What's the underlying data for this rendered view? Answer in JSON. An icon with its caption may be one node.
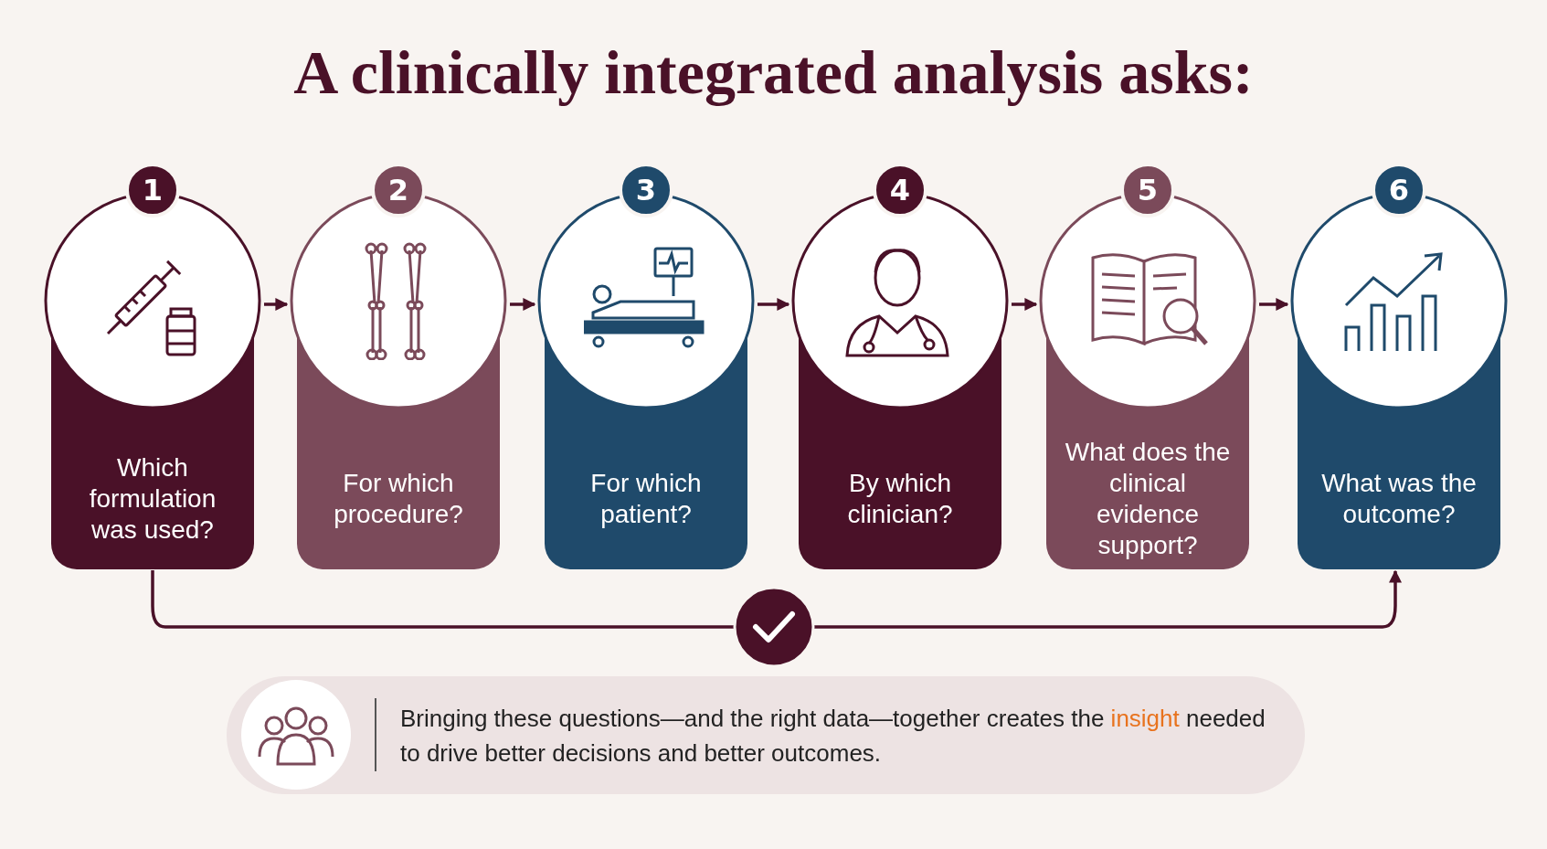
{
  "diagram": {
    "title": "A clinically integrated analysis asks:",
    "nodes": [
      {
        "text": [
          "1",
          "Which formulation was used?"
        ]
      },
      {
        "text": [
          "2",
          "For which procedure?"
        ]
      },
      {
        "text": [
          "3",
          "For which patient?"
        ]
      },
      {
        "text": [
          "4",
          "By which clinician?"
        ]
      },
      {
        "text": [
          "5",
          "What does the clinical evidence support?"
        ]
      },
      {
        "text": [
          "6",
          "What was the outcome?"
        ]
      },
      {
        "text": [
          "Bringing these questions—and the right data—together creates the **insight** needed to drive better decisions and better outcomes."
        ]
      }
    ],
    "edges": [
      {
        "from": 0,
        "to": 1,
        "arrow": "to"
      },
      {
        "from": 1,
        "to": 2,
        "arrow": "to"
      },
      {
        "from": 2,
        "to": 3,
        "arrow": "to"
      },
      {
        "from": 3,
        "to": 4,
        "arrow": "to"
      },
      {
        "from": 4,
        "to": 5,
        "arrow": "to"
      },
      {
        "from": 0,
        "to": 5,
        "arrow": "to"
      }
    ]
  }
}
